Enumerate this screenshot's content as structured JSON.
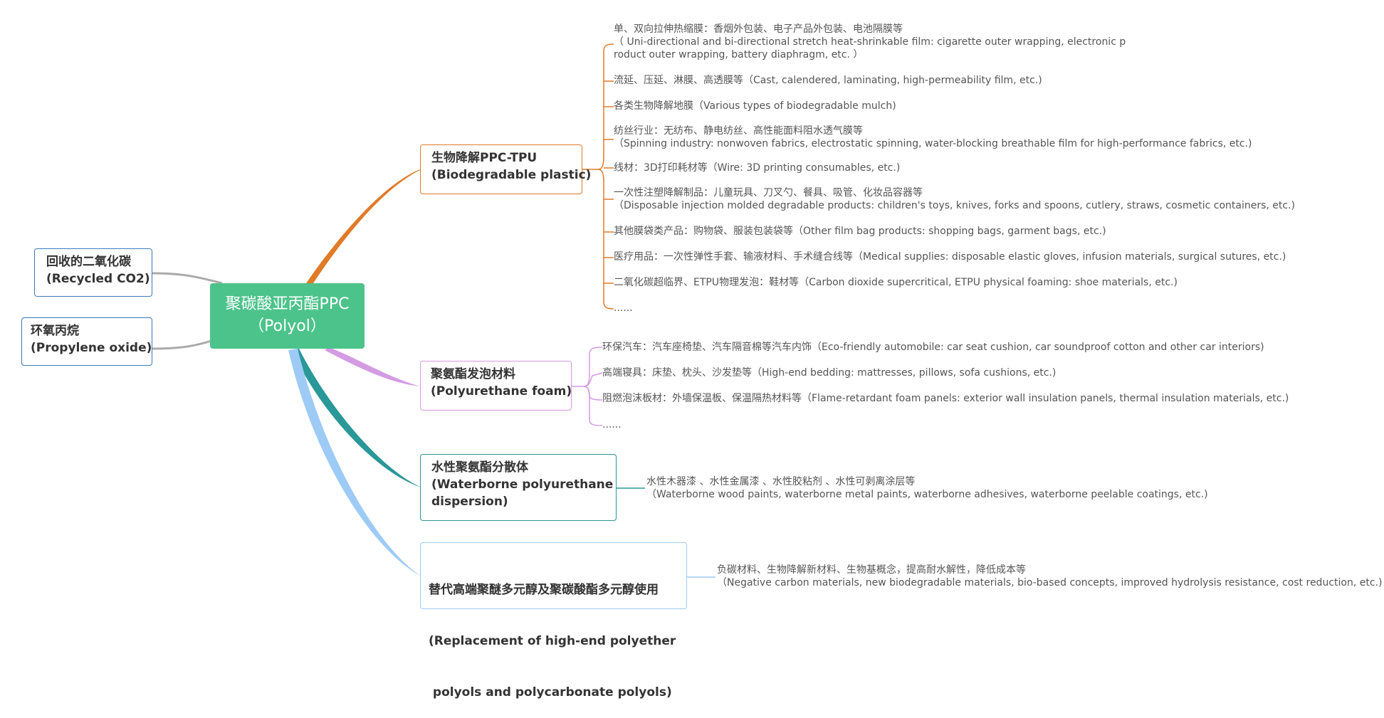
{
  "root": {
    "line1": "聚碳酸亚丙酯PPC",
    "line2": "（Polyol）",
    "color": "#4cc38a"
  },
  "inputs": [
    {
      "line1": "回收的二氧化碳",
      "line2": "(Recycled CO2)"
    },
    {
      "line1": "环氧丙烷",
      "line2": "(Propylene oxide)"
    }
  ],
  "branches": [
    {
      "color": "#e07b28",
      "title": [
        "生物降解PPC-TPU",
        "(Biodegradable plastic)"
      ],
      "leaves": [
        [
          "单、双向拉伸热缩膜：香烟外包装、电子产品外包装、电池隔膜等",
          "（ Uni-directional and bi-directional stretch heat-shrinkable film: cigarette outer wrapping, electronic p",
          "roduct outer wrapping, battery diaphragm, etc. ）"
        ],
        [
          "流延、压延、淋膜、高透膜等（Cast, calendered, laminating, high-permeability film, etc.)"
        ],
        [
          "各类生物降解地膜（Various types of biodegradable mulch)"
        ],
        [
          "纺丝行业：无纺布、静电纺丝、高性能面料阻水透气膜等",
          "（Spinning industry: nonwoven fabrics, electrostatic spinning, water-blocking breathable film for high-performance fabrics, etc.)"
        ],
        [
          "线材：3D打印耗材等（Wire: 3D printing consumables, etc.)"
        ],
        [
          "一次性注塑降解制品：儿童玩具、刀叉勺、餐具、吸管、化妆品容器等",
          "（Disposable injection molded degradable products: children's toys, knives, forks and spoons, cutlery, straws, cosmetic containers, etc.)"
        ],
        [
          "其他膜袋类产品：购物袋、服装包装袋等（Other film bag products: shopping bags, garment bags, etc.)"
        ],
        [
          "医疗用品：一次性弹性手套、输液材料、手术缝合线等（Medical supplies: disposable elastic gloves, infusion materials, surgical sutures, etc.)"
        ],
        [
          "二氧化碳超临界、ETPU物理发泡：鞋材等（Carbon dioxide supercritical, ETPU physical foaming: shoe materials, etc.)"
        ],
        [
          "......"
        ]
      ]
    },
    {
      "color": "#d49be3",
      "title": [
        "聚氨酯发泡材料",
        "(Polyurethane foam)"
      ],
      "leaves": [
        [
          "环保汽车：汽车座椅垫、汽车隔音棉等汽车内饰（Eco-friendly automobile: car seat cushion, car soundproof cotton and other car interiors)"
        ],
        [
          "高端寝具：床垫、枕头、沙发垫等（High-end bedding: mattresses, pillows, sofa cushions, etc.)"
        ],
        [
          "阻燃泡沫板材：外墙保温板、保温隔热材料等（Flame-retardant foam panels: exterior wall insulation panels, thermal insulation materials, etc.)"
        ],
        [
          "......"
        ]
      ]
    },
    {
      "color": "#2a9799",
      "title": [
        "水性聚氨酯分散体",
        "(Waterborne polyurethane",
        "dispersion)"
      ],
      "leaves": [
        [
          "水性木器漆 、水性金属漆 、水性胶粘剂 、水性可剥离涂层等",
          "（Waterborne wood paints, waterborne metal paints, waterborne adhesives, waterborne peelable coatings, etc.)"
        ]
      ]
    },
    {
      "color": "#9ecbf5",
      "title": [
        "替代高端聚醚多元醇及聚碳酸酯多元醇使用",
        "(Replacement of high-end polyether",
        " polyols and polycarbonate polyols)"
      ],
      "leaves": [
        [
          "负碳材料、生物降解新材料、生物基概念，提高耐水解性，降低成本等",
          "（Negative carbon materials, new biodegradable materials, bio-based concepts, improved hydrolysis resistance, cost reduction, etc.)"
        ]
      ]
    }
  ],
  "input_color": "#3a7bbf",
  "input_line_color": "#aaaaaa"
}
